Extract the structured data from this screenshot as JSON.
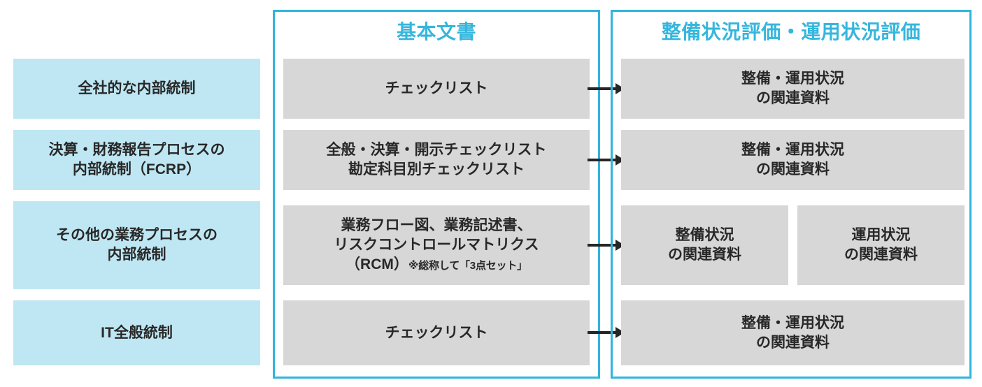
{
  "diagram": {
    "title_basic": "基本文書",
    "title_eval": "整備状況評価・運用状況評価",
    "colors": {
      "panel_border": "#2FB4DD",
      "title_text": "#35B6DD",
      "left_box_fill": "#BFE7F3",
      "doc_box_fill": "#D7D7D7",
      "text": "#282828",
      "arrow": "#262626",
      "background": "#FFFFFF"
    },
    "rows": [
      {
        "category": "全社的な内部統制",
        "basic_lines": [
          "チェックリスト"
        ],
        "basic_note": "",
        "arrow": "arrow-right-icon",
        "eval_boxes": [
          {
            "lines": [
              "整備・運用状況",
              "の関連資料"
            ]
          }
        ]
      },
      {
        "category_lines": [
          "決算・財務報告プロセスの",
          "内部統制（FCRP）"
        ],
        "category": "決算・財務報告プロセスの内部統制（FCRP）",
        "basic_lines": [
          "全般・決算・開示チェックリスト",
          "勘定科目別チェックリスト"
        ],
        "basic_note": "",
        "arrow": "arrow-right-icon",
        "eval_boxes": [
          {
            "lines": [
              "整備・運用状況",
              "の関連資料"
            ]
          }
        ]
      },
      {
        "category_lines": [
          "その他の業務プロセスの",
          "内部統制"
        ],
        "category": "その他の業務プロセスの内部統制",
        "basic_lines": [
          "業務フロー図、業務記述書、",
          "リスクコントロールマトリクス",
          "（RCM）"
        ],
        "basic_note": "※総称して「3点セット」",
        "arrow": "arrow-right-icon",
        "eval_boxes": [
          {
            "lines": [
              "整備状況",
              "の関連資料"
            ]
          },
          {
            "lines": [
              "運用状況",
              "の関連資料"
            ]
          }
        ]
      },
      {
        "category": "IT全般統制",
        "basic_lines": [
          "チェックリスト"
        ],
        "basic_note": "",
        "arrow": "arrow-right-icon",
        "eval_boxes": [
          {
            "lines": [
              "整備・運用状況",
              "の関連資料"
            ]
          }
        ]
      }
    ]
  }
}
